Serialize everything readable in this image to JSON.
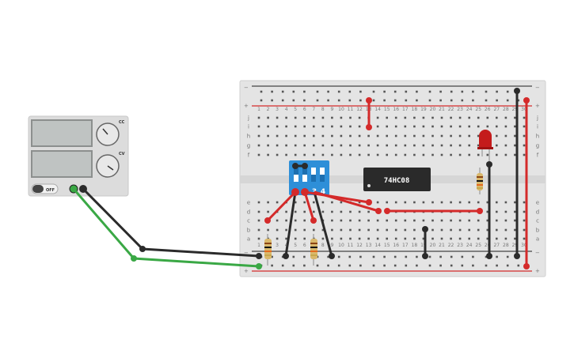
{
  "power_supply": {
    "switch_label": "OFF",
    "knob1_label": "CC",
    "knob2_label": "CV"
  },
  "breadboard": {
    "row_labels_top": [
      "j",
      "i",
      "h",
      "g",
      "f"
    ],
    "row_labels_bottom": [
      "e",
      "d",
      "c",
      "b",
      "a"
    ],
    "rail_minus": "−",
    "rail_plus": "+",
    "column_numbers": [
      "1",
      "2",
      "3",
      "4",
      "5",
      "6",
      "7",
      "8",
      "9",
      "10",
      "11",
      "12",
      "13",
      "14",
      "15",
      "16",
      "17",
      "18",
      "19",
      "20",
      "21",
      "22",
      "23",
      "24",
      "25",
      "26",
      "27",
      "28",
      "29",
      "30"
    ]
  },
  "components": {
    "chip_label": "74HC08",
    "dip_switch_labels": [
      "1",
      "2",
      "3",
      "4"
    ]
  },
  "colors": {
    "wire_red": "#d42a2a",
    "wire_black": "#2b2b2b",
    "wire_green": "#3aa845",
    "breadboard": "#e4e4e4",
    "dip_switch": "#2e8fd8",
    "led": "#c41b1b"
  }
}
